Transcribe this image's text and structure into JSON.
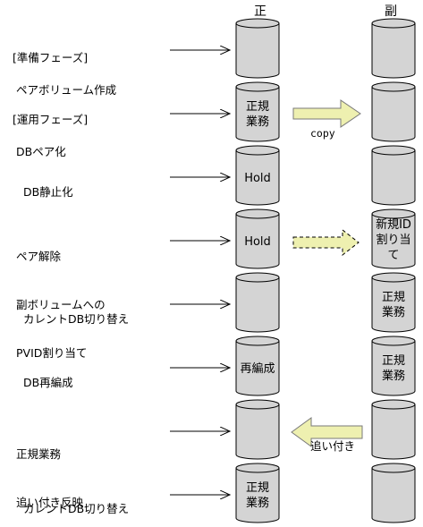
{
  "headers": {
    "primary": "正",
    "secondary": "副"
  },
  "steps": [
    {
      "lines": [
        "[準備フェーズ]",
        "ペアボリューム作成"
      ],
      "phase_header": true
    },
    {
      "lines": [
        "[運用フェーズ]",
        "DBペア化"
      ],
      "phase_header": true
    },
    {
      "lines": [
        "DB静止化"
      ]
    },
    {
      "lines": [
        "ペア解除",
        "副ボリュームへの",
        "PVID割り当て"
      ]
    },
    {
      "lines": [
        "カレントDB切り替え"
      ]
    },
    {
      "lines": [
        "DB再編成"
      ]
    },
    {
      "lines": [
        "正規業務",
        "追い付き反映"
      ]
    },
    {
      "lines": [
        "カレントDB切り替え"
      ]
    }
  ],
  "primary_labels": [
    "",
    "正規\n業務",
    "Hold",
    "Hold",
    "",
    "再編成",
    "",
    "正規\n業務"
  ],
  "secondary_labels": [
    "",
    "",
    "",
    "新規ID\n割り当\nて",
    "正規\n業務",
    "正規\n業務",
    "",
    ""
  ],
  "copy_label": "copy",
  "catchup_label": "追い付き",
  "colors": {
    "cylinder": "#d4d4d4",
    "arrow_fill": "#eef0b0",
    "arrow_stroke": "#7a7a7a"
  }
}
